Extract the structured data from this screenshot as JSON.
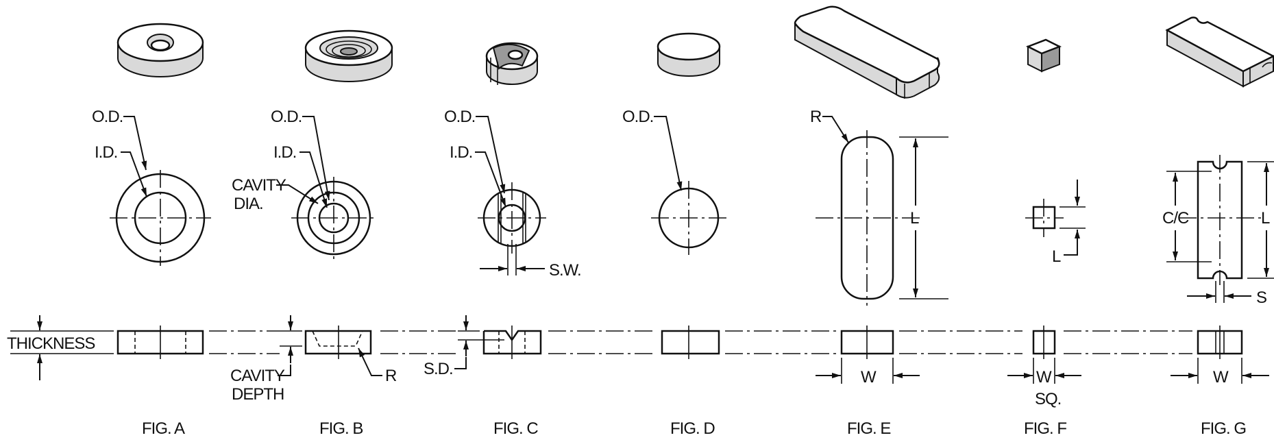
{
  "labels": {
    "od": "O.D.",
    "id": "I.D.",
    "cavity_dia_line1": "CAVITY",
    "cavity_dia_line2": "DIA.",
    "sw": "S.W.",
    "r": "R",
    "l": "L",
    "cc": "C/C",
    "s": "S",
    "thickness": "THICKNESS",
    "cavity_depth_line1": "CAVITY",
    "cavity_depth_line2": "DEPTH",
    "sd": "S.D.",
    "w": "W",
    "sq": "SQ."
  },
  "figures": [
    {
      "id": "a",
      "caption": "FIG. A"
    },
    {
      "id": "b",
      "caption": "FIG. B"
    },
    {
      "id": "c",
      "caption": "FIG. C"
    },
    {
      "id": "d",
      "caption": "FIG. D"
    },
    {
      "id": "e",
      "caption": "FIG. E"
    },
    {
      "id": "f",
      "caption": "FIG. F"
    },
    {
      "id": "g",
      "caption": "FIG. G"
    }
  ]
}
